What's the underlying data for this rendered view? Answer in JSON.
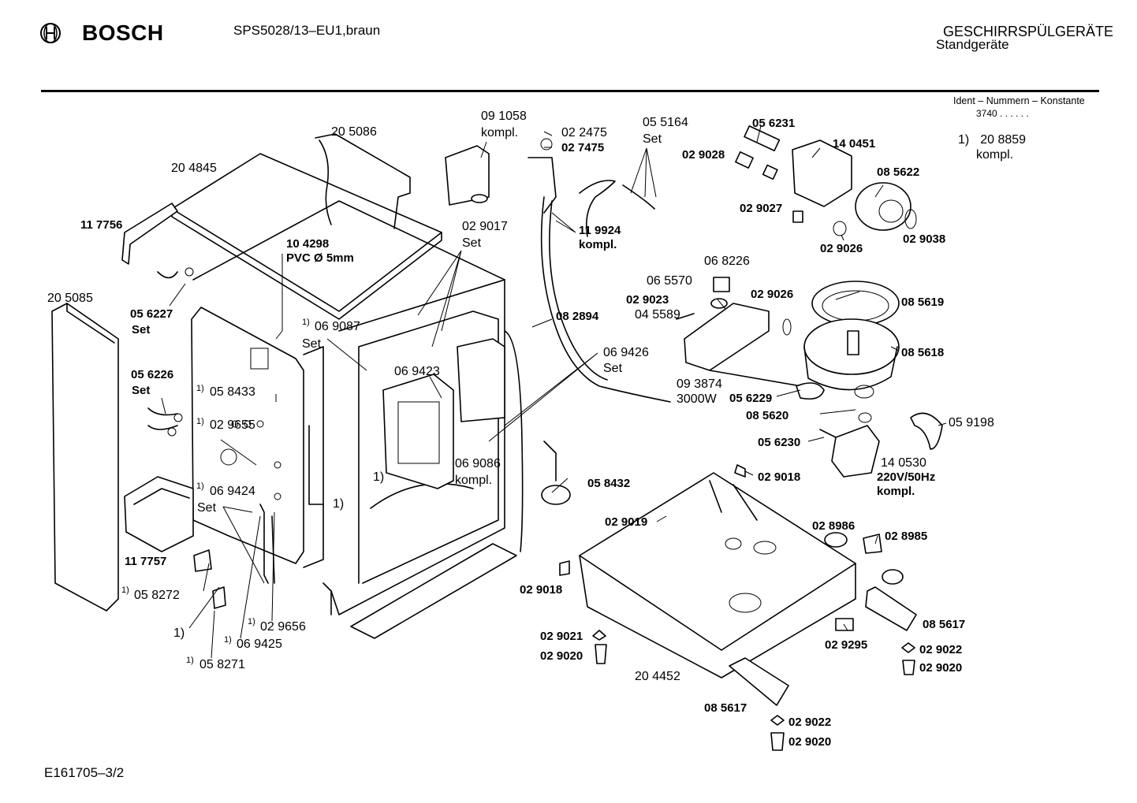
{
  "header": {
    "brand": "BOSCH",
    "model": "SPS5028/13–EU1,braun",
    "category_line1": "GESCHIRRSPÜLGERÄTE",
    "category_line2": "Standgeräte"
  },
  "ident": {
    "label": "Ident – Nummern – Konstante",
    "value": "3740  .  .   .  .  .  ."
  },
  "footnote": {
    "mark": "1)",
    "number": "20 8859",
    "text": "kompl."
  },
  "footer": {
    "doc_id": "E161705–3/2"
  },
  "labels": {
    "l205086": "20 5086",
    "l204845": "20 4845",
    "l117756": "11 7756",
    "l104298": "10 4298",
    "lpvc": "PVC Ø 5mm",
    "l205085": "20 5085",
    "l056227": "05 6227",
    "lset1": "Set",
    "l056226": "05 6226",
    "lset2": "Set",
    "l058433": "05 8433",
    "l029655": "02 9655",
    "l069424": "06 9424",
    "lset3": "Set",
    "l117757": "11 7757",
    "l058272": "05 8272",
    "lone1": "1)",
    "l058271": "05 8271",
    "l069425": "06 9425",
    "l029656": "02 9656",
    "l069087": "06 9087",
    "lset4": "Set",
    "l069423": "06 9423",
    "lone2": "1)",
    "lone3": "1)",
    "l091058": "09 1058",
    "lkompl1": "kompl.",
    "l022475": "02 2475",
    "l027475": "02 7475",
    "l029017": "02 9017",
    "lset5": "Set",
    "l119924": "11 9924",
    "lkompl2": "kompl.",
    "l055164": "05 5164",
    "lset6": "Set",
    "l082894": "08 2894",
    "l069426": "06 9426",
    "lset7": "Set",
    "l069086": "06 9086",
    "lkompl3": "kompl.",
    "l058432": "05 8432",
    "l056231": "05 6231",
    "l029028": "02 9028",
    "l140451": "14 0451",
    "l085622": "08 5622",
    "l029027": "02 9027",
    "l029038": "02 9038",
    "l029026a": "02 9026",
    "l068226": "06 8226",
    "l065570": "06 5570",
    "l029023": "02 9023",
    "l045589": "04 5589",
    "l029026b": "02 9026",
    "l085619": "08 5619",
    "l085618": "08 5618",
    "l093874": "09 3874",
    "l3000w": "3000W",
    "l056229": "05 6229",
    "l085620": "08 5620",
    "l056230": "05 6230",
    "l059198": "05 9198",
    "l140530": "14 0530",
    "l220v": "220V/50Hz",
    "lkompl4": "kompl.",
    "l029018a": "02 9018",
    "l029019": "02 9019",
    "l028986": "02 8986",
    "l028985": "02 8985",
    "l029018b": "02 9018",
    "l029021": "02 9021",
    "l029020a": "02 9020",
    "l204452": "20 4452",
    "l085617a": "08 5617",
    "l029295": "02 9295",
    "l085617b": "08 5617",
    "l029022a": "02 9022",
    "l029020b": "02 9020",
    "l029022b": "02 9022",
    "l029020c": "02 9020",
    "sup": "1)"
  }
}
